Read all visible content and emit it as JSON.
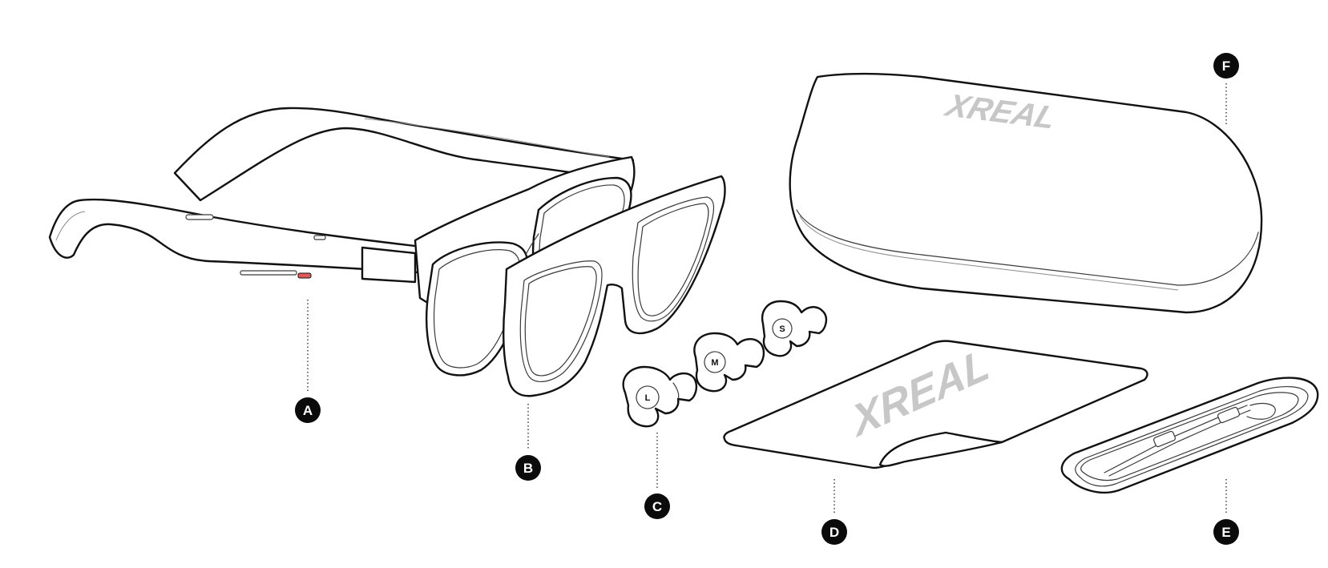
{
  "callouts": [
    {
      "id": "A",
      "label": "A"
    },
    {
      "id": "B",
      "label": "B"
    },
    {
      "id": "C",
      "label": "C"
    },
    {
      "id": "D",
      "label": "D"
    },
    {
      "id": "E",
      "label": "E"
    },
    {
      "id": "F",
      "label": "F"
    }
  ],
  "case": {
    "brand": "XREAL"
  },
  "cloth": {
    "brand": "XREAL"
  },
  "ear_tips": {
    "sizes": [
      "L",
      "M",
      "S"
    ]
  },
  "colors": {
    "line": "#111111",
    "brand_text": "#c7c7c7",
    "accent_button": "#e05a5a",
    "badge": "#0b0b0b"
  }
}
